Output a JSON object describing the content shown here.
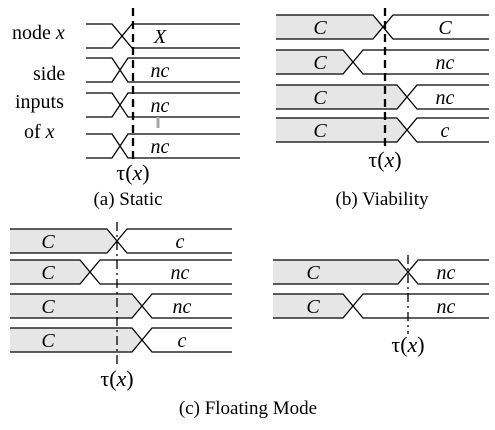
{
  "colors": {
    "shade": "#e6e6e6",
    "line": "#000000",
    "side_marker": "#a8a8a8"
  },
  "panel_a": {
    "node_label_prefix": "node ",
    "node_label_var": "x",
    "side_label_1": "side",
    "side_label_2": "inputs",
    "side_label_3": "of ",
    "side_label_var": "x",
    "values": [
      "X",
      "nc",
      "nc",
      "nc"
    ],
    "tau": "τ(",
    "tau_var": "x",
    "tau_close": ")",
    "caption": "(a) Static"
  },
  "panel_b": {
    "left": [
      "C",
      "C",
      "C",
      "C"
    ],
    "right": [
      "C",
      "nc",
      "nc",
      "c"
    ],
    "tau": "τ(",
    "tau_var": "x",
    "tau_close": ")",
    "caption": "(b) Viability"
  },
  "panel_c1": {
    "left": [
      "C",
      "C",
      "C",
      "C"
    ],
    "right": [
      "c",
      "nc",
      "nc",
      "c"
    ],
    "tau": "τ(",
    "tau_var": "x",
    "tau_close": ")"
  },
  "panel_c2": {
    "left": [
      "C",
      "C"
    ],
    "right": [
      "nc",
      "nc"
    ],
    "tau": "τ(",
    "tau_var": "x",
    "tau_close": ")"
  },
  "caption_c": "(c) Floating Mode"
}
